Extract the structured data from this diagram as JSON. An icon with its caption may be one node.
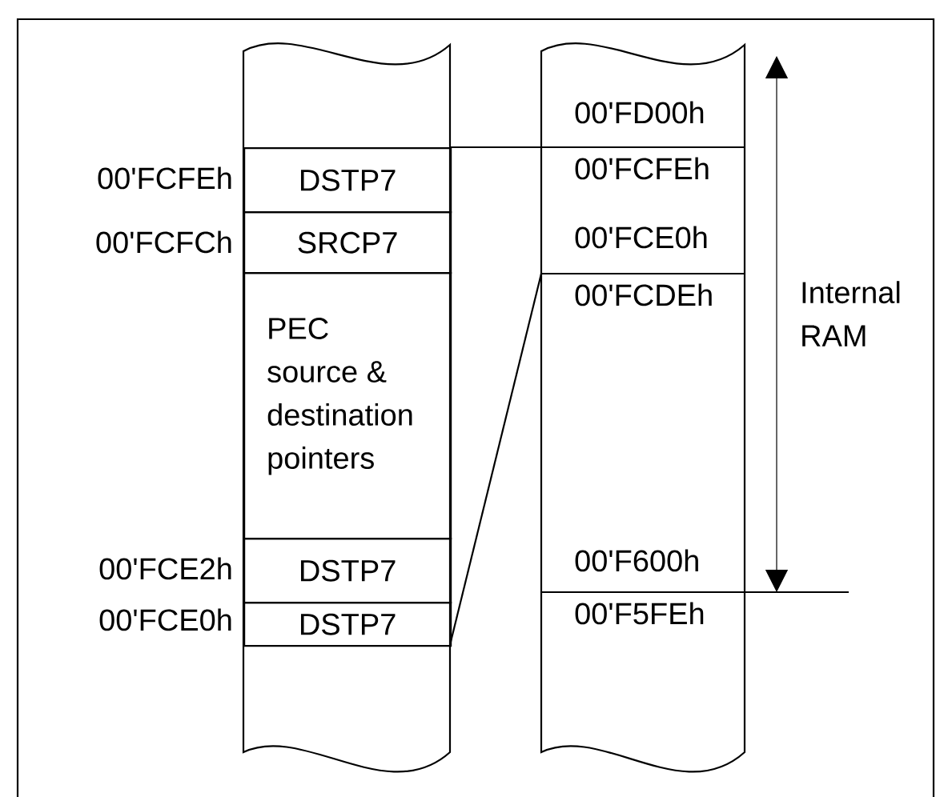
{
  "diagram": {
    "nodes": [
      {
        "text": [
          "DSTP7"
        ],
        "beside": [
          "00'FCFEh"
        ]
      },
      {
        "text": [
          "SRCP7"
        ],
        "beside": [
          "00'FCFCh"
        ]
      },
      {
        "text": [
          "PEC source & destination pointers"
        ]
      },
      {
        "text": [
          "DSTP7"
        ],
        "beside": [
          "00'FCE2h"
        ]
      },
      {
        "text": [
          "DSTP7"
        ],
        "beside": [
          "00'FCE0h"
        ]
      }
    ],
    "edges": [],
    "labels": [
      "00'FD00h",
      "00'FCFEh",
      "00'FCE0h",
      "00'FCDEh",
      "Internal RAM",
      "00'F600h",
      "00'F5FEh"
    ]
  }
}
